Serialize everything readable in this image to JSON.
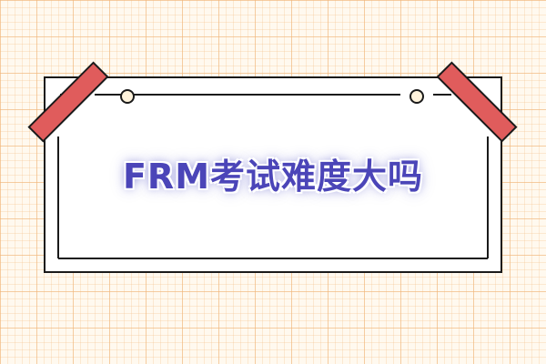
{
  "title": "FRM考试难度大吗",
  "colors": {
    "grid": "#f0b478",
    "background": "#fff9ef",
    "card_border": "#1a1a1a",
    "tape": "#e05c5c",
    "title_text": "#4b45b8",
    "title_glow": "#5a5ac8"
  },
  "icons": [
    "tape-strip",
    "pin-circle"
  ]
}
